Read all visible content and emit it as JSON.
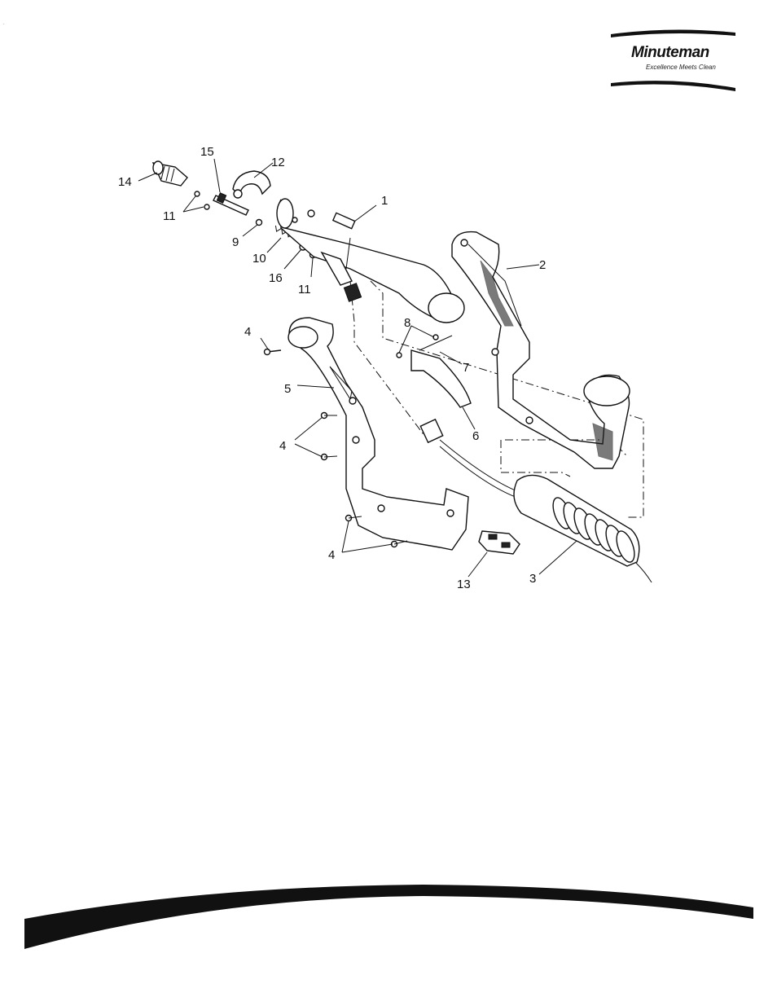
{
  "brand": {
    "name": "Minuteman",
    "tagline": "Excellence Meets Clean"
  },
  "callouts": [
    {
      "id": "c1",
      "label": "1"
    },
    {
      "id": "c2",
      "label": "2"
    },
    {
      "id": "c3",
      "label": "3"
    },
    {
      "id": "c4a",
      "label": "4"
    },
    {
      "id": "c4b",
      "label": "4"
    },
    {
      "id": "c4c",
      "label": "4"
    },
    {
      "id": "c5",
      "label": "5"
    },
    {
      "id": "c6",
      "label": "6"
    },
    {
      "id": "c7",
      "label": "7"
    },
    {
      "id": "c8",
      "label": "8"
    },
    {
      "id": "c9",
      "label": "9"
    },
    {
      "id": "c10",
      "label": "10"
    },
    {
      "id": "c11a",
      "label": "11"
    },
    {
      "id": "c11b",
      "label": "11"
    },
    {
      "id": "c12",
      "label": "12"
    },
    {
      "id": "c13",
      "label": "13"
    },
    {
      "id": "c14",
      "label": "14"
    },
    {
      "id": "c15",
      "label": "15"
    },
    {
      "id": "c16",
      "label": "16"
    }
  ]
}
